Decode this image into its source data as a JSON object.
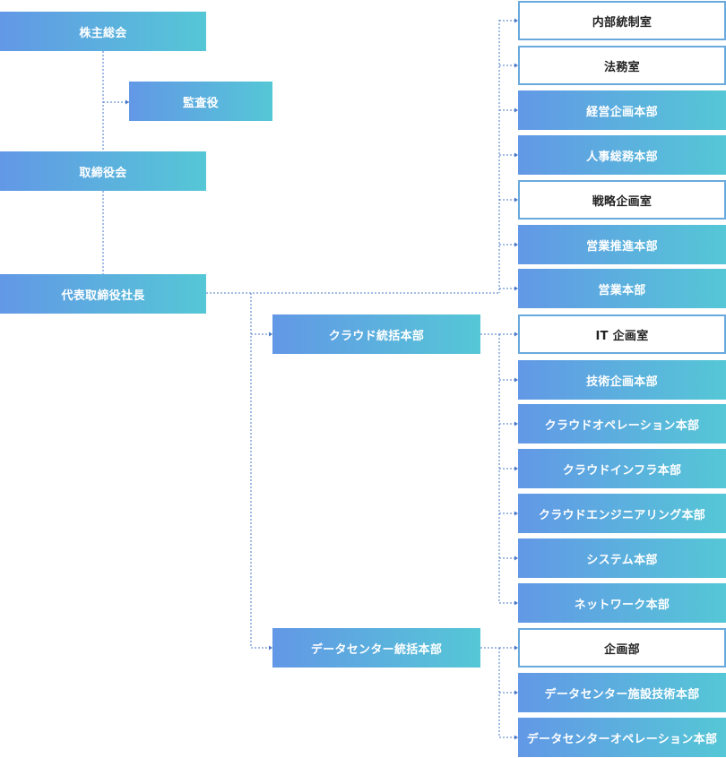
{
  "left_column": {
    "shareholders": "株主総会",
    "auditor": "監査役",
    "board": "取締役会",
    "president": "代表取締役社長"
  },
  "divisions": {
    "cloud": "クラウド統括本部",
    "datacenter": "データセンター統括本部"
  },
  "direct_units": [
    {
      "label": "内部統制室",
      "style": "plain"
    },
    {
      "label": "法務室",
      "style": "plain"
    },
    {
      "label": "経営企画本部",
      "style": "grad"
    },
    {
      "label": "人事総務本部",
      "style": "grad"
    },
    {
      "label": "戦略企画室",
      "style": "plain"
    },
    {
      "label": "営業推進本部",
      "style": "grad"
    },
    {
      "label": "営業本部",
      "style": "grad"
    }
  ],
  "cloud_units": [
    {
      "label": "IT 企画室",
      "style": "plain"
    },
    {
      "label": "技術企画本部",
      "style": "grad"
    },
    {
      "label": "クラウドオペレーション本部",
      "style": "grad"
    },
    {
      "label": "クラウドインフラ本部",
      "style": "grad"
    },
    {
      "label": "クラウドエンジニアリング本部",
      "style": "grad"
    },
    {
      "label": "システム本部",
      "style": "grad"
    },
    {
      "label": "ネットワーク本部",
      "style": "grad"
    }
  ],
  "datacenter_units": [
    {
      "label": "企画部",
      "style": "plain"
    },
    {
      "label": "データセンター施設技術本部",
      "style": "grad"
    },
    {
      "label": "データセンターオペレーション本部",
      "style": "grad"
    }
  ],
  "colors": {
    "gradient_start": "#6298e6",
    "gradient_end": "#55c7d6",
    "connector": "#4a78c9",
    "plain_border": "#6aa9dc",
    "plain_text": "#222222"
  }
}
